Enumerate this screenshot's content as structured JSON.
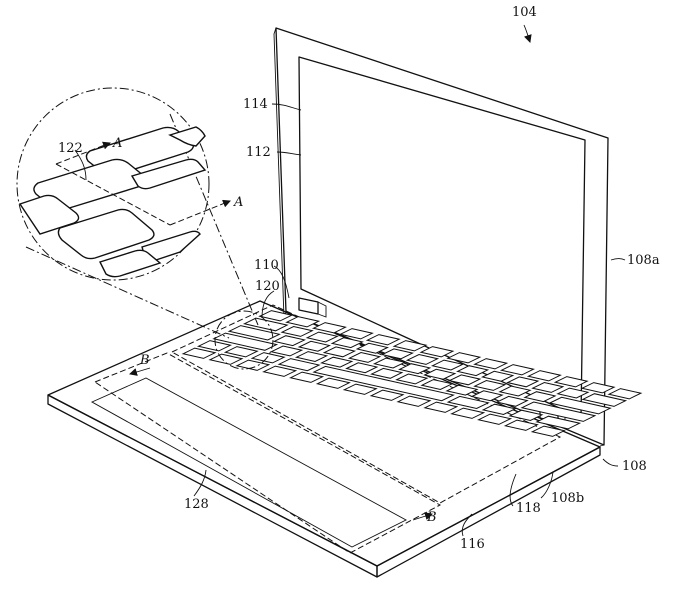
{
  "figure": {
    "labels": {
      "device": "104",
      "display": "112",
      "display_area": "114",
      "hinge": "110",
      "base": "108",
      "lid_housing": "108a",
      "base_housing": "108b",
      "keyboard": "118",
      "key": "120",
      "key_detail": "122",
      "input_region": "116",
      "trackpad_region": "128"
    },
    "section_markers": {
      "a": "A",
      "b": "B"
    }
  }
}
